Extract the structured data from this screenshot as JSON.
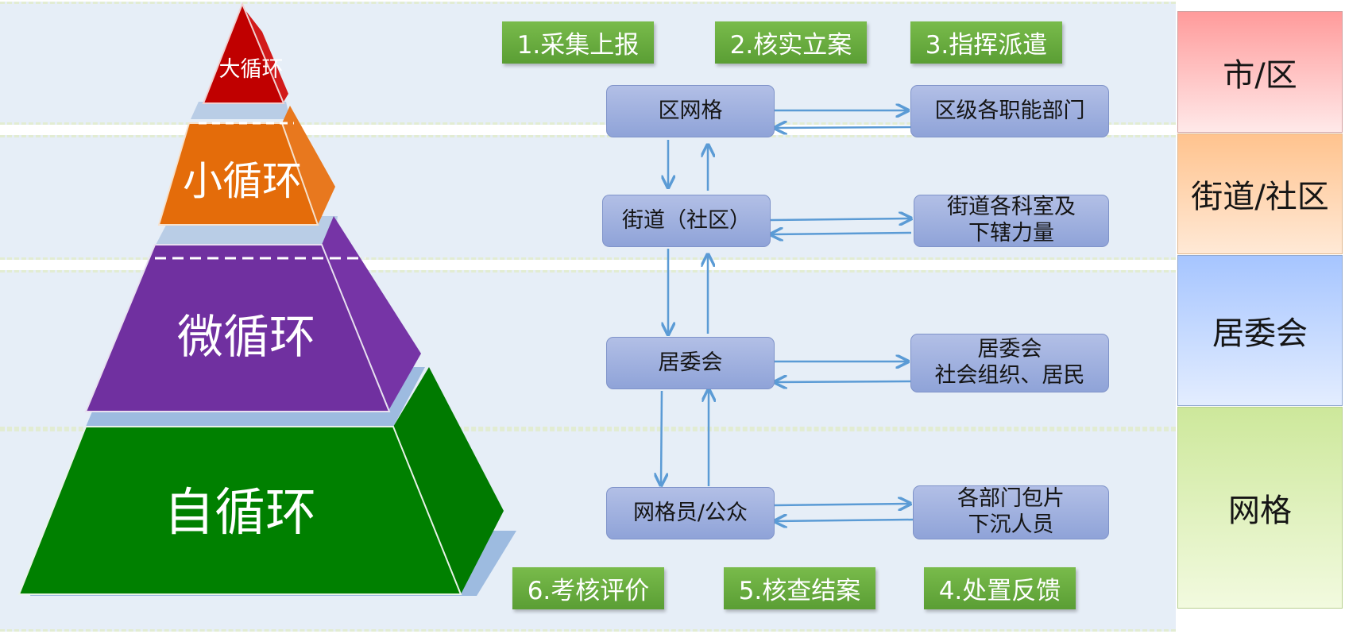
{
  "pyramid": {
    "big_loop": "大循环",
    "small_loop": "小循环",
    "micro_loop": "微循环",
    "self_loop": "自循环"
  },
  "steps": {
    "s1": "1.采集上报",
    "s2": "2.核实立案",
    "s3": "3.指挥派遣",
    "s4": "4.处置反馈",
    "s5": "5.核查结案",
    "s6": "6.考核评价"
  },
  "nodes": {
    "district_grid": "区网格",
    "district_departments": "区级各职能部门",
    "street_community": "街道（社区）",
    "street_offices_line1": "街道各科室及",
    "street_offices_line2": "下辖力量",
    "residents_committee": "居委会",
    "rc_partners_line1": "居委会",
    "rc_partners_line2": "社会组织、居民",
    "gridman_public": "网格员/公众",
    "dept_staff_line1": "各部门包片",
    "dept_staff_line2": "下沉人员"
  },
  "levels": {
    "city_district": "市/区",
    "street_community": "街道/社区",
    "residents_committee": "居委会",
    "grid": "网格"
  },
  "colors": {
    "red": "#c00000",
    "orange": "#e46c0a",
    "purple": "#7030a0",
    "green": "#008000",
    "arrow": "#5b9bd5",
    "step_green": "#6aaf3f"
  }
}
